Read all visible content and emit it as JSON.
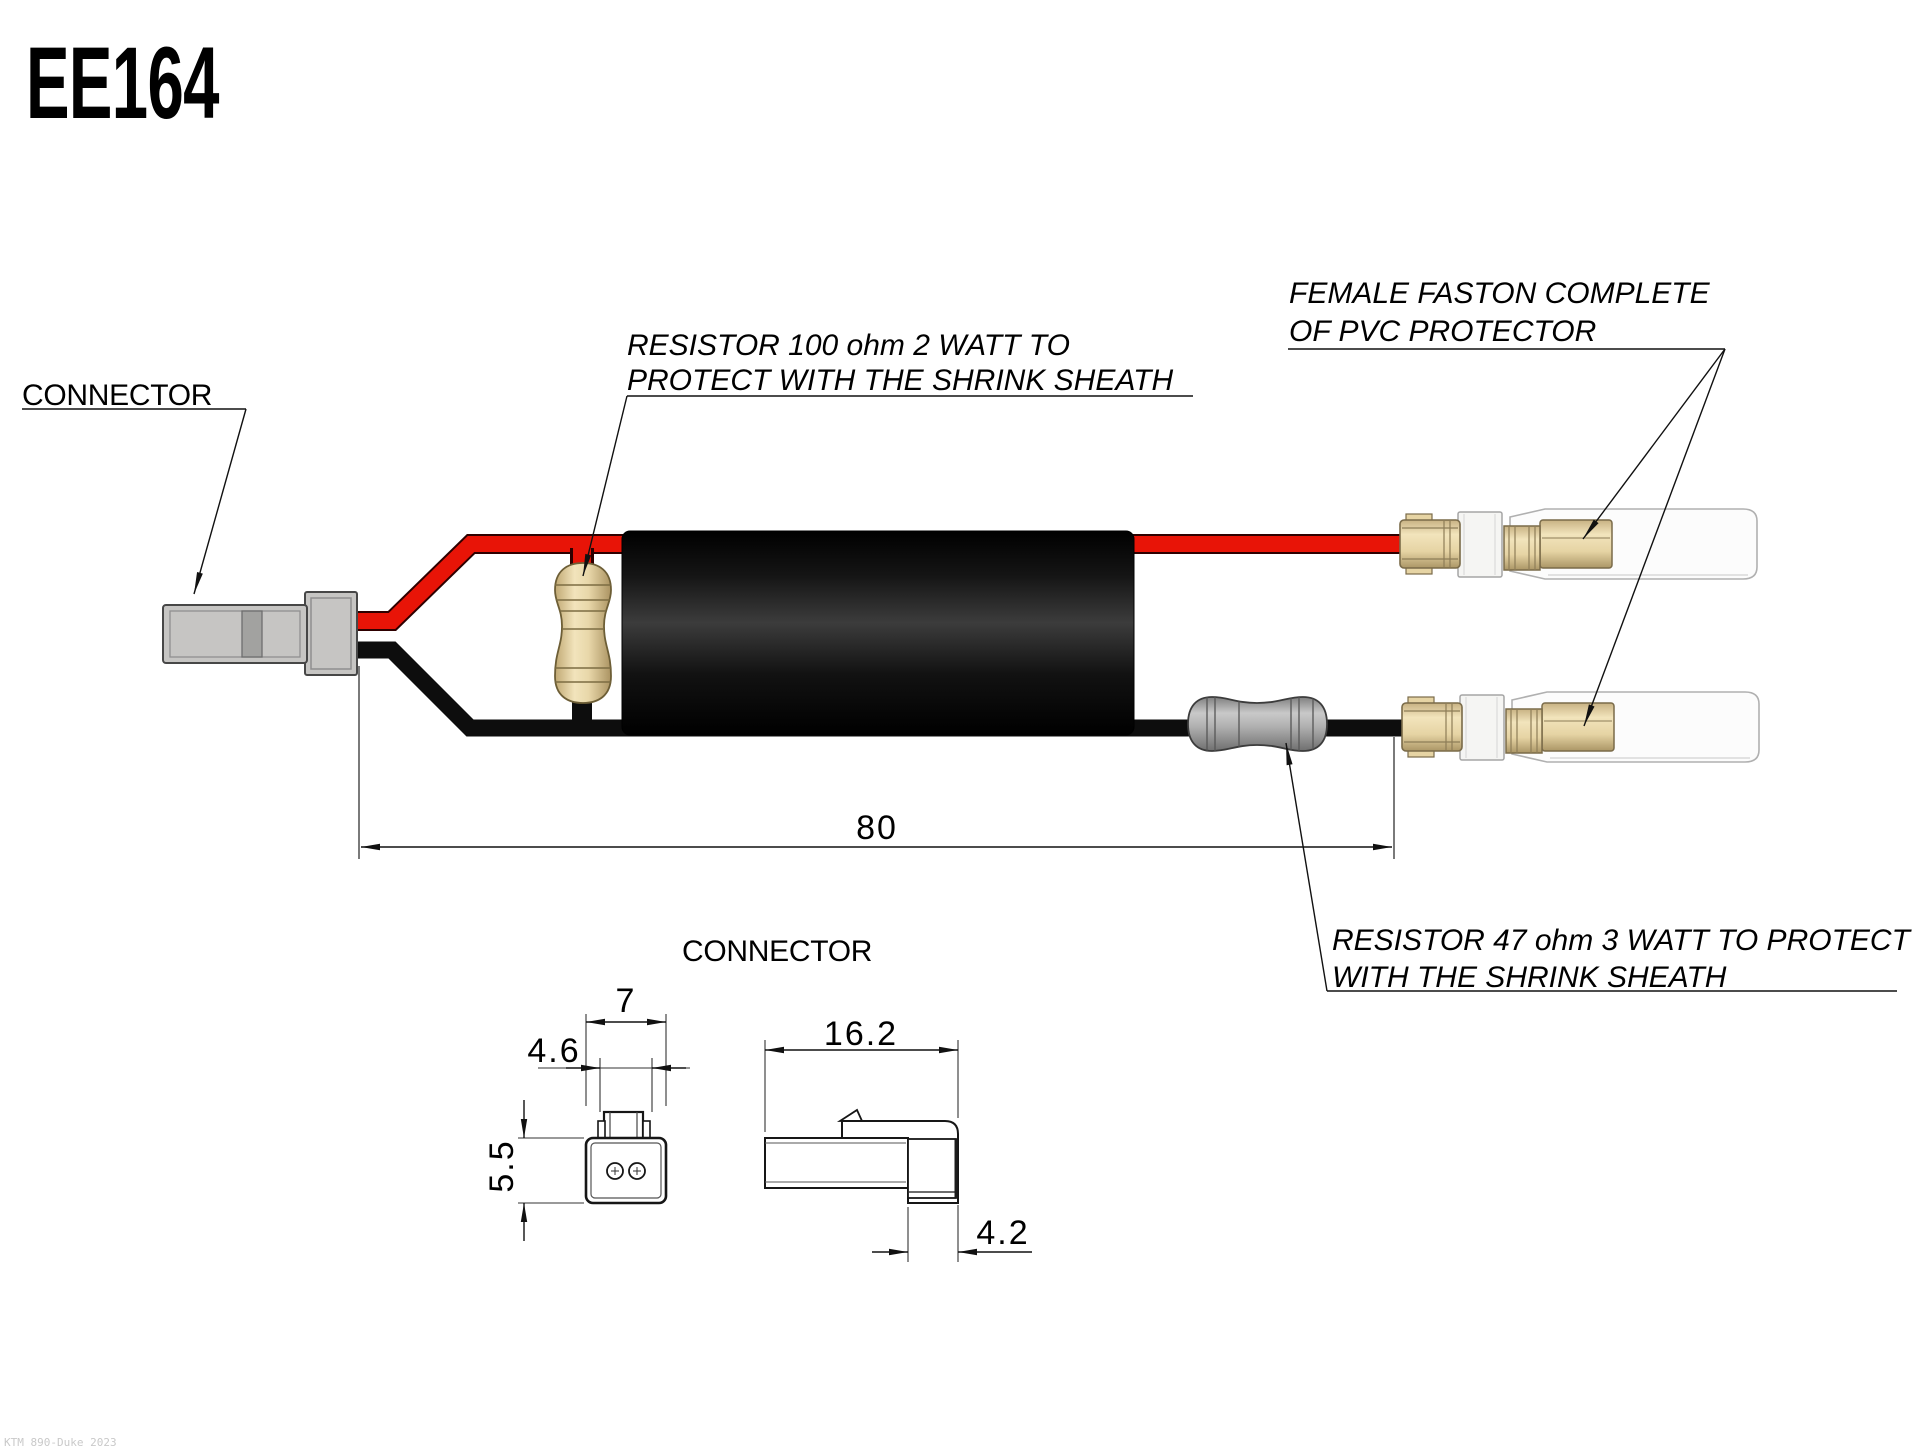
{
  "title": "EE164",
  "watermark": "KTM 890-Duke 2023",
  "labels": {
    "connector_left": "CONNECTOR",
    "connector_detail": "CONNECTOR",
    "resistor_red": {
      "line1": "RESISTOR 100 ohm 2 WATT TO",
      "line2": "PROTECT WITH THE SHRINK SHEATH"
    },
    "faston": {
      "line1": "FEMALE FASTON COMPLETE",
      "line2": "OF PVC PROTECTOR"
    },
    "resistor_black": {
      "line1": "RESISTOR 47 ohm 3 WATT TO PROTECT",
      "line2": "WITH THE SHRINK SHEATH"
    }
  },
  "dimensions": {
    "cable_length": "80",
    "connector_width": "7",
    "tab_width": "4.6",
    "connector_height": "5.5",
    "connector_length": "16.2",
    "terminal_depth": "4.2"
  },
  "colors": {
    "wire_red": "#e81407",
    "wire_red_edge": "#2e0000",
    "wire_black": "#0d0d0d",
    "outline": "#1a1a1a",
    "connector_gray": "#c6c5c3",
    "sheath_black": "#111111",
    "resistor_tan_stroke": "#6d5e36",
    "resistor_gray_stroke": "#3c3c3c",
    "faston_tan_stroke": "#7a6b49",
    "pvc_stroke": "#b0b0b0",
    "watermark_gray": "#c9c9c9"
  }
}
